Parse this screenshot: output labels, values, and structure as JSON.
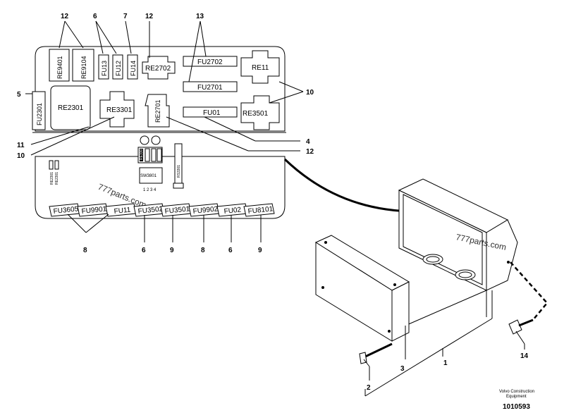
{
  "component_labels": {
    "re9401": "RE9401",
    "re9104": "RE9104",
    "fu13": "FU13",
    "fu12": "FU12",
    "fu14": "FU14",
    "re2702": "RE2702",
    "fu2702": "FU2702",
    "re11": "RE11",
    "fu2301": "FU2301",
    "re2301": "RE2301",
    "re3301": "RE3301",
    "re2701": "RE2701",
    "fu2701": "FU2701",
    "fu01": "FU01",
    "re3501": "RE3501",
    "sw3801": "SW3801",
    "sw3801_pins": "1 2 3 4",
    "rs3301": "RS3301",
    "small_a": "RE2301",
    "small_b": "RE2301",
    "small_c": "RE3301",
    "fu3605": "FU3605",
    "fu9901": "FU9901",
    "fu11": "FU11",
    "fu3502": "FU3502",
    "fu3501": "FU3501",
    "fu9902": "FU9902",
    "fu02": "FU02",
    "fu8101": "FU8101"
  },
  "callouts": {
    "c12_left": "12",
    "c6_top": "6",
    "c7": "7",
    "c12_mid": "12",
    "c13": "13",
    "c5": "5",
    "c10_right": "10",
    "c11": "11",
    "c10_left": "10",
    "c4": "4",
    "c12_right": "12",
    "c8_a": "8",
    "c6_b": "6",
    "c9_a": "9",
    "c8_b": "8",
    "c6_c": "6",
    "c9_b": "9",
    "c2": "2",
    "c3": "3",
    "c1": "1",
    "c14": "14"
  },
  "watermarks": {
    "rotated": "777parts.com",
    "box": "777parts.com"
  },
  "footer": {
    "maker_line1": "Volvo Construction",
    "maker_line2": "Equipment",
    "drawing_no": "1010593"
  }
}
